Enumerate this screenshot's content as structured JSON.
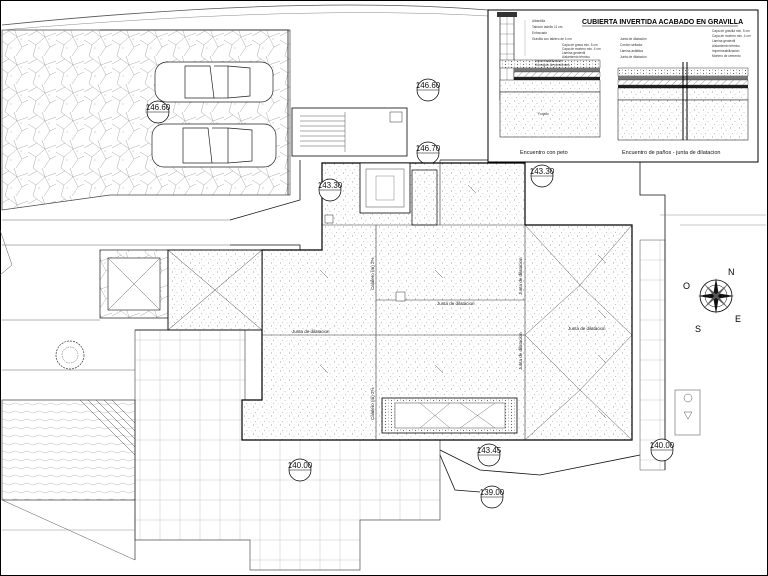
{
  "drawing": {
    "levels": {
      "l_146_60_left": "146.60",
      "l_146_60_right": "146.60",
      "l_146_70": "146.70",
      "l_143_30_left": "143.30",
      "l_143_30_right": "143.30",
      "l_143_45": "143.45",
      "l_140_00_left": "140.00",
      "l_140_00_right": "140.00",
      "l_139_00": "139.00"
    },
    "labels": {
      "junta1": "Junta de dilatacion",
      "junta2": "Junta de dilatacion",
      "junta3": "Junta de dilatacion",
      "junta4": "Junta de dilatacion",
      "cal1": "Calalero (m) 2%",
      "cal2": "Calalero (m) 2%",
      "cal3": "Junta de dilatacion",
      "slope": "2%"
    },
    "compass": {
      "n": "N",
      "e": "E",
      "s": "S",
      "o": "O"
    },
    "detail": {
      "title": "CUBIERTA INVERTIDA ACABADO EN GRAVILLA",
      "caption_left": "Encuentro con peto",
      "caption_right": "Encuentro de paños - junta de dilatacion",
      "notes_left": [
        "Albardilla",
        "Tabicón ladrillo 11 cm",
        "Enfoscado",
        "Gravilla con tablero de 4 cm",
        "Capa de grava min. 5 cm",
        "Capa de mortero min. 4 cm",
        "Lámina geotextil",
        "Aislamiento térmico",
        "Impermeabilización",
        "Hormigón de pendientes"
      ],
      "notes_mid": [
        "Junta de dilatación",
        "Cordón sellador",
        "Lámina asfáltica",
        "Junta de dilatación"
      ],
      "notes_right": [
        "Capa de gravilla min. 5 cm",
        "Capa de mortero min. 4 cm",
        "Lámina geotextil",
        "Aislamiento térmico",
        "Impermeabilización",
        "Mortero de cemento"
      ]
    }
  }
}
